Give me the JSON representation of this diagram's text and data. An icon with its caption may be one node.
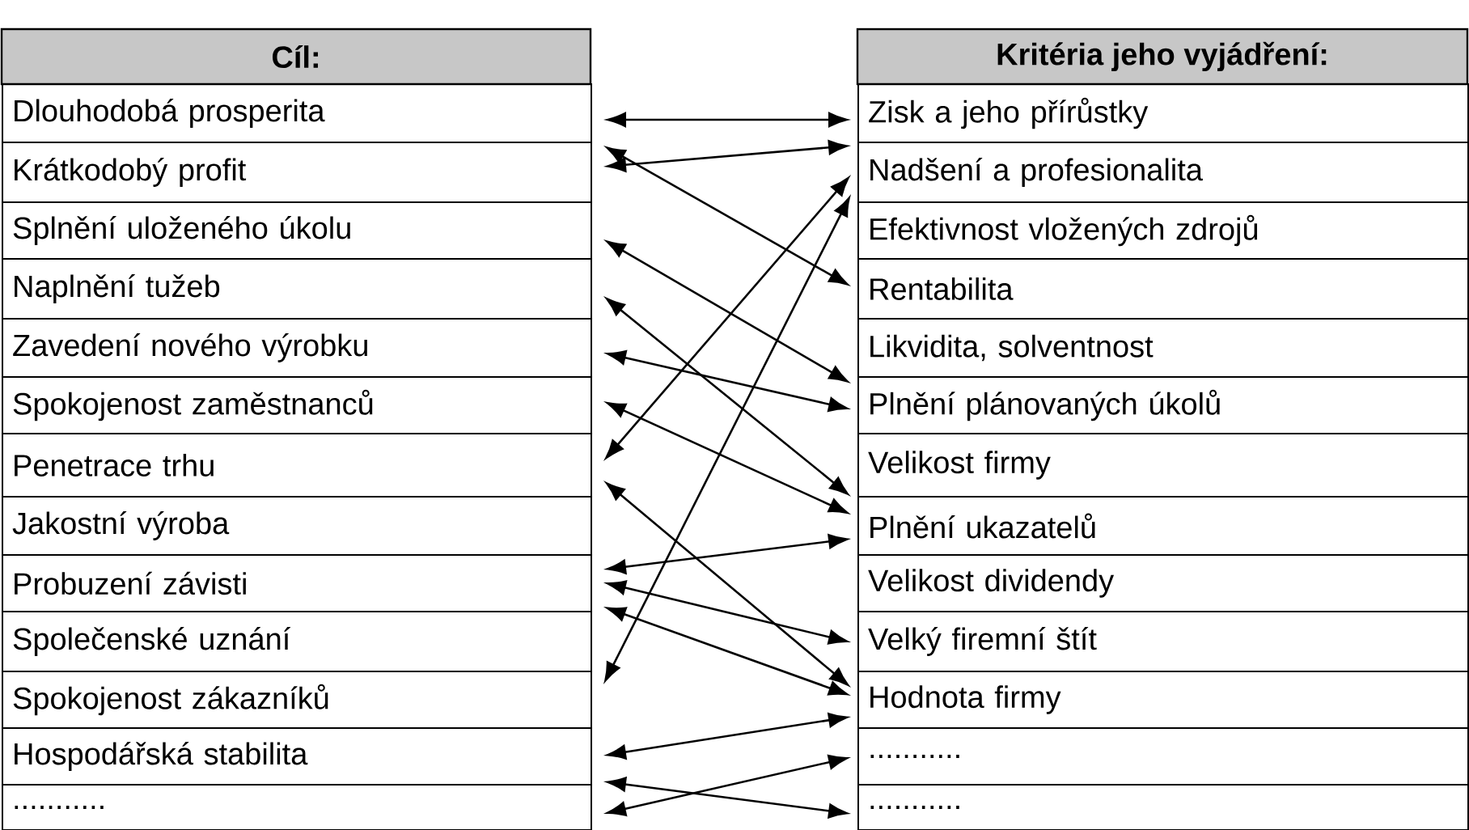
{
  "diagram": {
    "nodes": [
      {
        "text": [
          "Cíl:"
        ]
      },
      {
        "text": [
          "Dlouhodobá prosperita"
        ]
      },
      {
        "text": [
          "Krátkodobý profit"
        ]
      },
      {
        "text": [
          "Splnění uloženého úkolu"
        ]
      },
      {
        "text": [
          "Naplnění tužeb"
        ]
      },
      {
        "text": [
          "Zavedení nového výrobku"
        ]
      },
      {
        "text": [
          "Spokojenost zaměstnanců"
        ]
      },
      {
        "text": [
          "Penetrace trhu"
        ]
      },
      {
        "text": [
          "Jakostní výroba"
        ]
      },
      {
        "text": [
          "Probuzení závisti"
        ]
      },
      {
        "text": [
          "Společenské uznání"
        ]
      },
      {
        "text": [
          "Spokojenost zákazníků"
        ]
      },
      {
        "text": [
          "Hospodářská stabilita"
        ]
      },
      {
        "text": [
          "..........."
        ]
      },
      {
        "text": [
          "Kritéria jeho vyjádření:"
        ]
      },
      {
        "text": [
          "Zisk a jeho přírůstky"
        ]
      },
      {
        "text": [
          "Nadšení a profesionalita"
        ]
      },
      {
        "text": [
          "Efektivnost vložených zdrojů"
        ]
      },
      {
        "text": [
          "Rentabilita"
        ]
      },
      {
        "text": [
          "Likvidita, solventnost"
        ]
      },
      {
        "text": [
          "Plnění plánovaných úkolů"
        ]
      },
      {
        "text": [
          "Velikost firmy"
        ]
      },
      {
        "text": [
          "Plnění ukazatelů"
        ]
      },
      {
        "text": [
          "Velikost dividendy"
        ]
      },
      {
        "text": [
          "Velký firemní štít"
        ]
      },
      {
        "text": [
          "Hodnota firmy"
        ]
      },
      {
        "text": [
          "..........."
        ]
      },
      {
        "text": [
          "..........."
        ]
      }
    ],
    "edges": [
      {
        "from": 1,
        "to": 15,
        "arrow": "both"
      },
      {
        "from": 2,
        "to": 16,
        "arrow": "both"
      },
      {
        "from": 2,
        "to": 18,
        "arrow": "both"
      },
      {
        "from": 3,
        "to": 20,
        "arrow": "both"
      },
      {
        "from": 4,
        "to": 22,
        "arrow": "both"
      },
      {
        "from": 5,
        "to": 20,
        "arrow": "both"
      },
      {
        "from": 6,
        "to": 22,
        "arrow": "both"
      },
      {
        "from": 7,
        "to": 16,
        "arrow": "both"
      },
      {
        "from": 7,
        "to": 25,
        "arrow": "both"
      },
      {
        "from": 9,
        "to": 22,
        "arrow": "both"
      },
      {
        "from": 9,
        "to": 24,
        "arrow": "both"
      },
      {
        "from": 9,
        "to": 25,
        "arrow": "both"
      },
      {
        "from": 11,
        "to": 16,
        "arrow": "both"
      },
      {
        "from": 12,
        "to": 26,
        "arrow": "both"
      },
      {
        "from": 12,
        "to": 27,
        "arrow": "both"
      },
      {
        "from": 13,
        "to": 26,
        "arrow": "both"
      }
    ]
  }
}
